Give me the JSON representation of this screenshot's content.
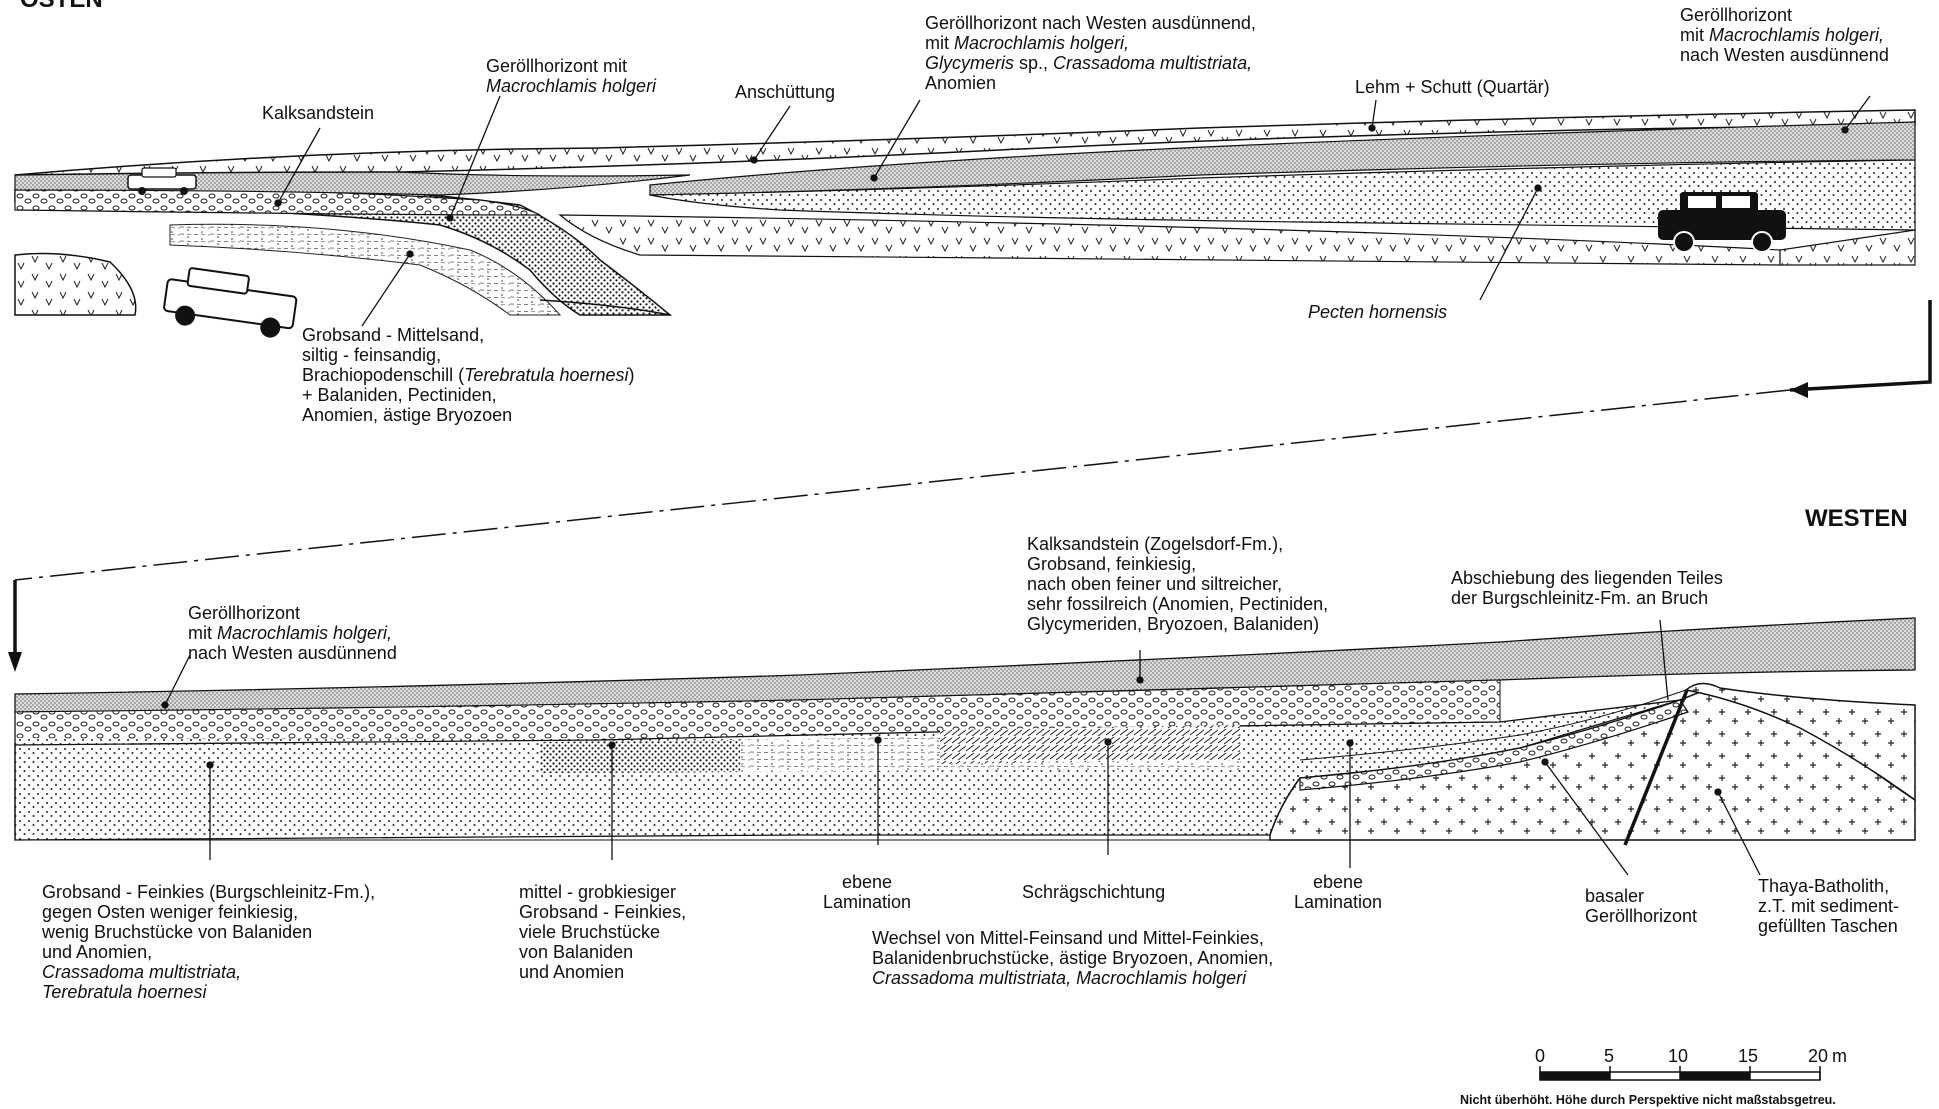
{
  "headings": {
    "east": "OSTEN",
    "west": "WESTEN"
  },
  "upper_labels": {
    "kalksandstein": "Kalksandstein",
    "geroell_mit": [
      "Geröllhorizont mit",
      "Macrochlamis holgeri"
    ],
    "anschuettung": "Anschüttung",
    "geroell_center": [
      "Geröllhorizont nach Westen ausdünnend,",
      "mit ",
      "Macrochlamis holgeri,",
      "Glycymeris",
      " sp., ",
      "Crassadoma multistriata,",
      "Anomien"
    ],
    "lehm": "Lehm + Schutt (Quartär)",
    "geroell_right": [
      "Geröllhorizont",
      "mit ",
      "Macrochlamis holgeri,",
      "nach Westen ausdünnend"
    ],
    "pecten": "Pecten hornensis",
    "grobsand": [
      "Grobsand - Mittelsand,",
      "siltig - feinsandig,",
      "Brachiopodenschill (",
      "Terebratula hoernesi",
      ")",
      "+ Balaniden, Pectiniden,",
      "Anomien, ästige Bryozoen"
    ]
  },
  "lower_labels": {
    "geroell_left": [
      "Geröllhorizont",
      "mit ",
      "Macrochlamis holgeri,",
      "nach Westen ausdünnend"
    ],
    "kalksandstein_zog": [
      "Kalksandstein (Zogelsdorf-Fm.),",
      "Grobsand, feinkiesig,",
      "nach oben feiner und siltreicher,",
      "sehr fossilreich (Anomien, Pectiniden,",
      "Glycymeriden, Bryozoen, Balaniden)"
    ],
    "abschiebung": [
      "Abschiebung des liegenden Teiles",
      "der Burgschleinitz-Fm. an Bruch"
    ],
    "grobsand_feinkies": [
      "Grobsand - Feinkies (Burgschleinitz-Fm.),",
      "gegen Osten weniger feinkiesig,",
      "wenig Bruchstücke von Balaniden",
      "und Anomien,",
      "Crassadoma multistriata,",
      "Terebratula hoernesi"
    ],
    "mittel_grob": [
      "mittel - grobkiesiger",
      "Grobsand - Feinkies,",
      "viele Bruchstücke",
      "von Balaniden",
      "und Anomien"
    ],
    "ebene1": [
      "ebene",
      "Lamination"
    ],
    "schraeg": "Schrägschichtung",
    "ebene2": [
      "ebene",
      "Lamination"
    ],
    "basaler": [
      "basaler",
      "Geröllhorizont"
    ],
    "thaya": [
      "Thaya-Batholith,",
      "z.T. mit sediment-",
      "gefüllten Taschen"
    ],
    "wechsel": [
      "Wechsel von Mittel-Feinsand und Mittel-Feinkies,",
      "Balanidenbruchstücke, ästige Bryozoen, Anomien,",
      "Crassadoma multistriata, Macrochlamis holgeri"
    ]
  },
  "scale_bar": {
    "ticks": [
      "0",
      "5",
      "10",
      "15",
      "20"
    ],
    "unit": "m",
    "note": "Nicht überhöht. Höhe durch Perspektive nicht maßstabsgetreu."
  }
}
